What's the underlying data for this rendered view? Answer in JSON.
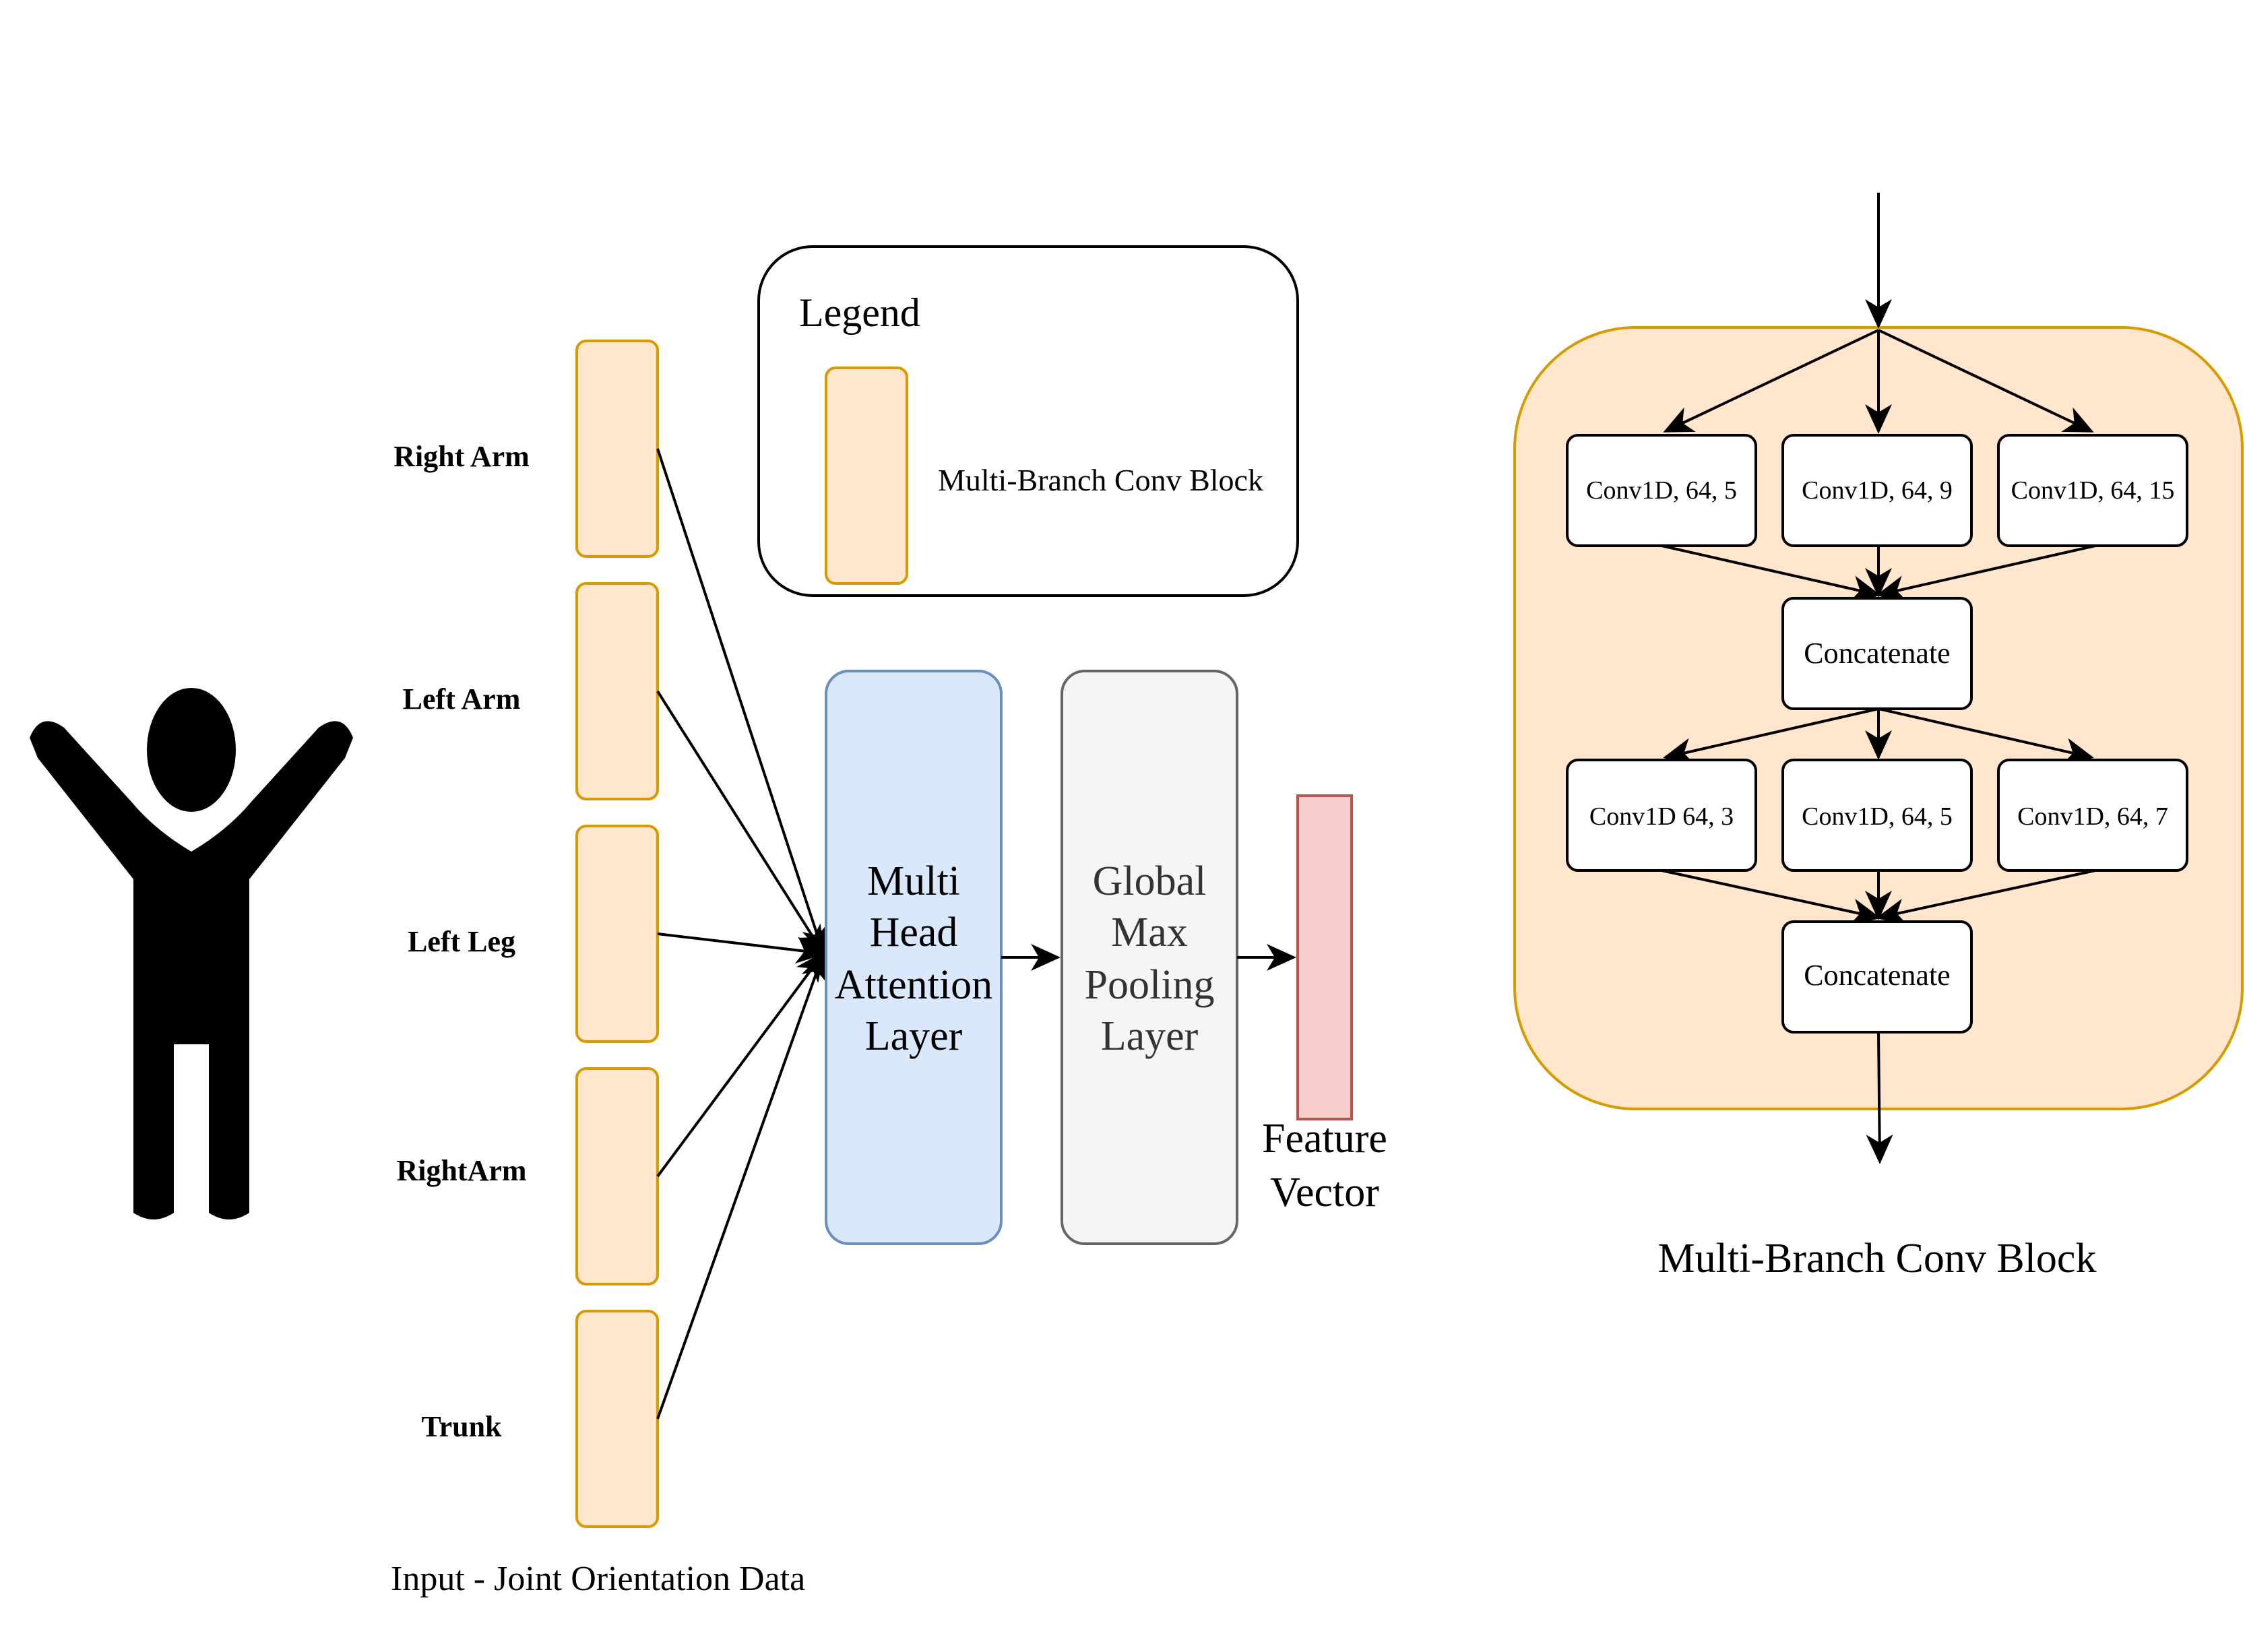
{
  "legend": {
    "title": "Legend",
    "item_label": "Multi-Branch Conv Block"
  },
  "inputs": [
    {
      "label": "Right Arm"
    },
    {
      "label": "Left Arm"
    },
    {
      "label": "Left Leg"
    },
    {
      "label": "RightArm"
    },
    {
      "label": "Trunk"
    }
  ],
  "input_caption": "Input - Joint Orientation Data",
  "attention": {
    "lines": [
      "Multi",
      "Head",
      "Attention",
      "Layer"
    ]
  },
  "pooling": {
    "lines": [
      "Global",
      "Max",
      "Pooling",
      "Layer"
    ]
  },
  "feature": {
    "lines": [
      "Feature",
      "Vector"
    ]
  },
  "block": {
    "caption": "Multi-Branch Conv Block",
    "row1": [
      "Conv1D, 64, 5",
      "Conv1D, 64, 9",
      "Conv1D, 64, 15"
    ],
    "concat1": "Concatenate",
    "row2": [
      "Conv1D 64, 3",
      "Conv1D, 64, 5",
      "Conv1D, 64, 7"
    ],
    "concat2": "Concatenate"
  },
  "colors": {
    "block_fill": "#ffe6cc",
    "block_stroke": "#d79b00",
    "attention_fill": "#dae8fc",
    "attention_stroke": "#6c8ebf",
    "pooling_fill": "#f5f5f5",
    "pooling_stroke": "#666666",
    "feature_fill": "#f8cecc",
    "feature_stroke": "#b85450",
    "stroke": "#000000"
  }
}
